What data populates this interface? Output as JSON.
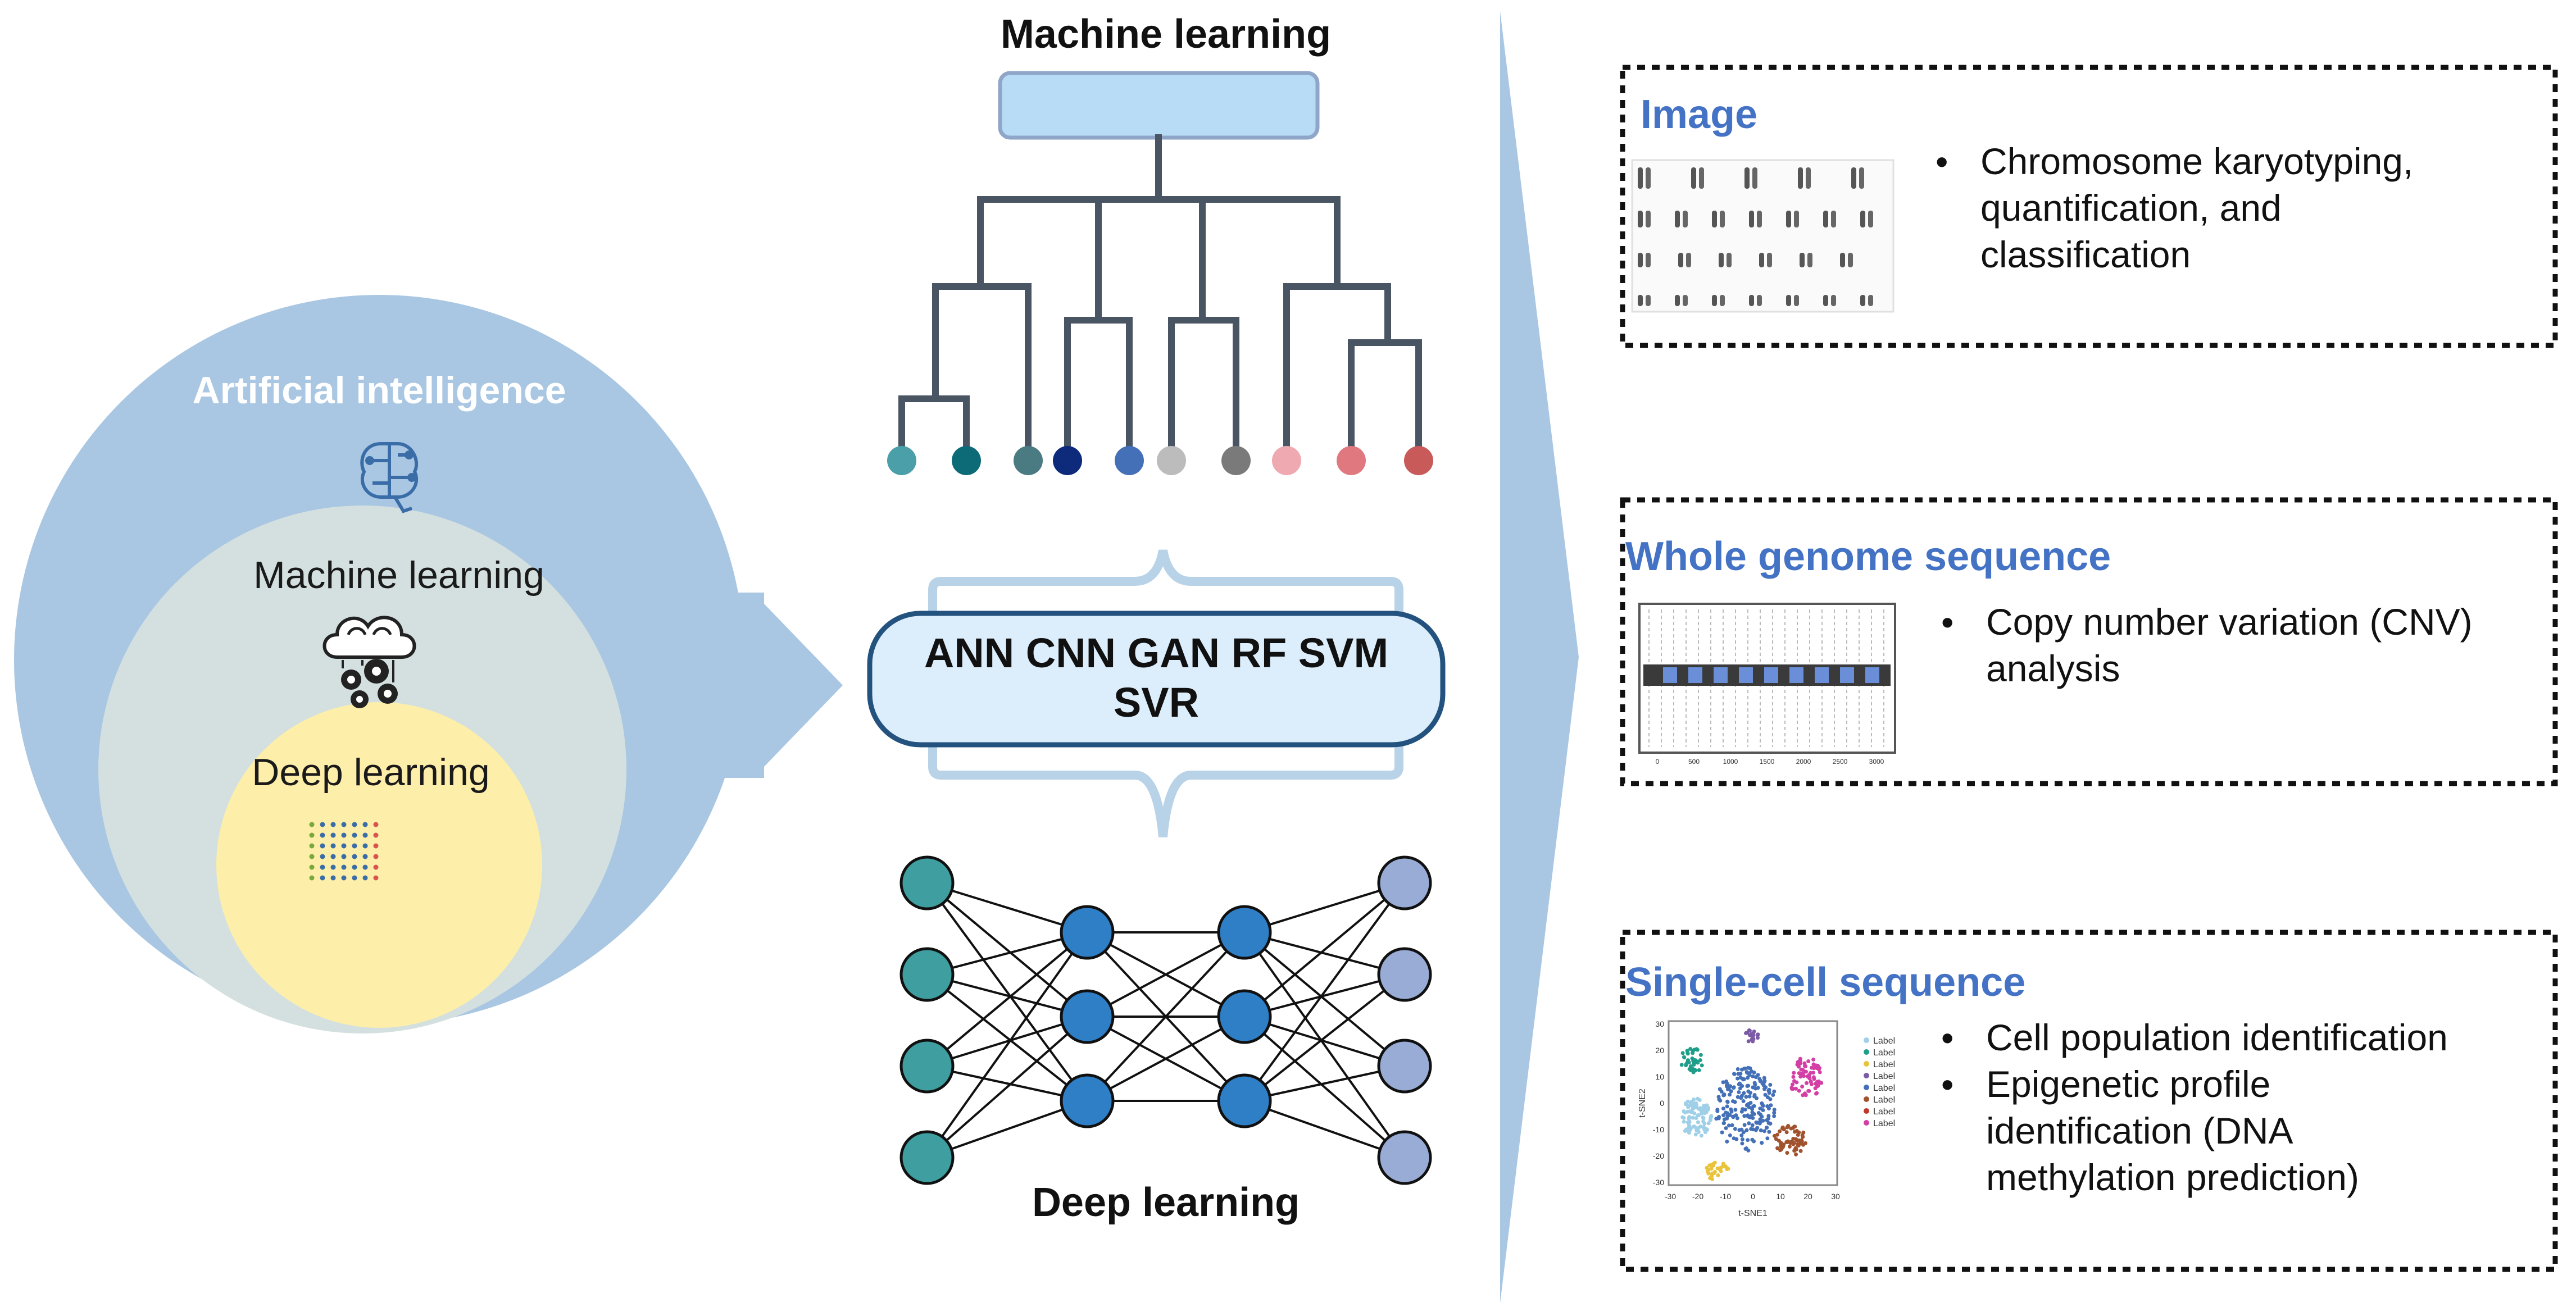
{
  "venn": {
    "outer_label": "Artificial intelligence",
    "middle_label": "Machine learning",
    "inner_label": "Deep learning",
    "colors": {
      "outer": "#a9c7e2",
      "middle": "#d3e0df",
      "inner": "#fdeeaa"
    }
  },
  "center": {
    "top_title": "Machine learning",
    "methods_line1": "ANN CNN GAN RF SVM",
    "methods_line2": "SVR",
    "bottom_title": "Deep learning",
    "leaf_colors": [
      "#4a9fa8",
      "#0d6b78",
      "#4a7a82",
      "#0e2a7a",
      "#4470b8",
      "#bcbcbc",
      "#7a7a7a",
      "#eeaab0",
      "#e07880",
      "#c85a5a"
    ],
    "network_layer_colors": [
      "#3f9ea0",
      "#2f7fc6",
      "#2f7fc6",
      "#98acd6"
    ]
  },
  "panels": [
    {
      "title": "Image",
      "bullets": [
        "Chromosome karyotyping,",
        "quantification, and",
        "classification"
      ],
      "thumbnail": "karyotype-image"
    },
    {
      "title": "Whole genome sequence",
      "bullets": [
        "Copy number variation (CNV)",
        "analysis"
      ],
      "thumbnail": "cnv-plot"
    },
    {
      "title": "Single-cell sequence",
      "bullets": [
        "Cell population identification",
        "Epigenetic profile",
        "identification (DNA",
        "methylation prediction)"
      ],
      "thumbnail": "tsne-plot",
      "tsne": {
        "xlabel": "t-SNE1",
        "ylabel": "t-SNE2",
        "x_ticks": [
          "-30",
          "-20",
          "-10",
          "0",
          "10",
          "20",
          "30"
        ],
        "y_ticks": [
          "30",
          "20",
          "10",
          "0",
          "-10",
          "-20",
          "-30"
        ],
        "legend_label": "Label",
        "legend_colors": [
          "#9fd0e8",
          "#1f9e8a",
          "#e9c43b",
          "#7b5aa6",
          "#4470b8",
          "#a0522d",
          "#c0392b",
          "#d33fa4"
        ]
      }
    }
  ],
  "cnv_axis_ticks": [
    "0",
    "500",
    "1000",
    "1500",
    "2000",
    "2500",
    "3000"
  ]
}
